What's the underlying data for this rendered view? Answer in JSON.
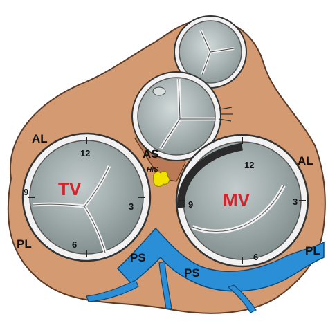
{
  "labels": {
    "al_left": "AL",
    "al_right": "AL",
    "as": "AS",
    "his": "HIS",
    "tv": "TV",
    "mv": "MV",
    "pl_left": "PL",
    "pl_right": "PL",
    "ps_left": "PS",
    "ps_right": "PS"
  },
  "tv_clock": {
    "h12": "12",
    "h3": "3",
    "h6": "6",
    "h9": "9"
  },
  "mv_clock": {
    "h12": "12",
    "h3": "3",
    "h6": "6",
    "h9": "9"
  },
  "colors": {
    "tissue": "#d49a72",
    "tissue_edge": "#5a3a28",
    "ring_outer": "#f2f2f2",
    "ring_inner": "#aeb8b8",
    "leaflet": "#9aa6a6",
    "vein": "#2a8fd6",
    "vein_edge": "#0d4a7a",
    "his": "#f2e200",
    "valve_label": "#d8202a"
  }
}
